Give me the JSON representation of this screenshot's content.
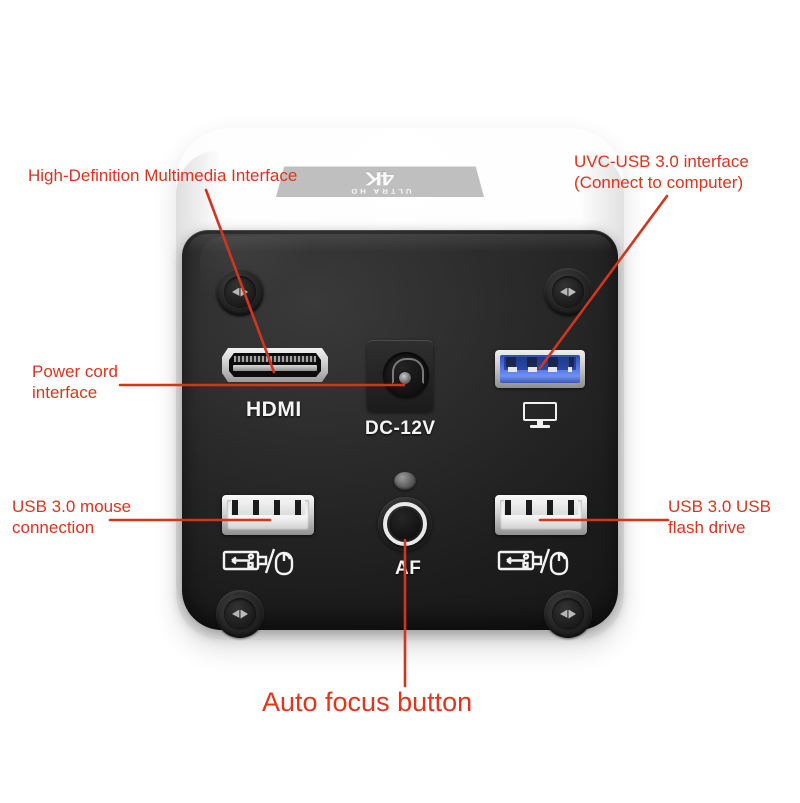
{
  "document": {
    "type": "annotated-product-diagram",
    "subject": "4K HDMI USB industrial microscope camera rear panel",
    "background": "#FFFFFF",
    "accent_color": "#E0331A"
  },
  "device": {
    "body_color_top": "#FFFFFF",
    "body_color_panel": "#1E1E1E",
    "top_logo": {
      "primary": "4K",
      "secondary": "ULTRA HD",
      "orientation": "mirrored"
    },
    "ports": [
      {
        "id": "hdmi",
        "label": "HDMI",
        "icon": "hdmi-port-icon",
        "color": "#CFCFCF"
      },
      {
        "id": "dc",
        "label": "DC-12V",
        "icon": "dc-jack-icon",
        "color": "#1A1A1A"
      },
      {
        "id": "usb3",
        "label": "",
        "icon": "usb3-port-icon",
        "color": "#4A6FE0"
      },
      {
        "id": "usb-left",
        "label": "",
        "icon": "usb-port-icon",
        "color": "#EFEFEF"
      },
      {
        "id": "usb-right",
        "label": "",
        "icon": "usb-port-icon",
        "color": "#EFEFEF"
      },
      {
        "id": "af",
        "label": "AF",
        "icon": "af-button-icon",
        "color": "#E9E9E9"
      }
    ],
    "port_glyphs": {
      "usb3_under": "monitor-icon",
      "usb_left_under": "usb-and-mouse-icon",
      "usb_right_under": "usb-and-mouse-icon"
    },
    "screw_count": 4
  },
  "annotations": [
    {
      "id": "hdmi",
      "text": "High-Definition Multimedia Interface",
      "align": "left",
      "callout": "diagonal"
    },
    {
      "id": "uvc",
      "text": "UVC-USB 3.0 interface\n(Connect to computer)",
      "align": "left",
      "callout": "diagonal"
    },
    {
      "id": "power",
      "text": "Power cord\ninterface",
      "align": "left",
      "callout": "horizontal"
    },
    {
      "id": "mouse",
      "text": "USB 3.0 mouse\nconnection",
      "align": "left",
      "callout": "horizontal"
    },
    {
      "id": "flash",
      "text": "USB 3.0 USB\nflash drive",
      "align": "left",
      "callout": "horizontal"
    },
    {
      "id": "autofocus",
      "text": "Auto focus button",
      "align": "center",
      "callout": "vertical",
      "emphasis": "large"
    }
  ]
}
